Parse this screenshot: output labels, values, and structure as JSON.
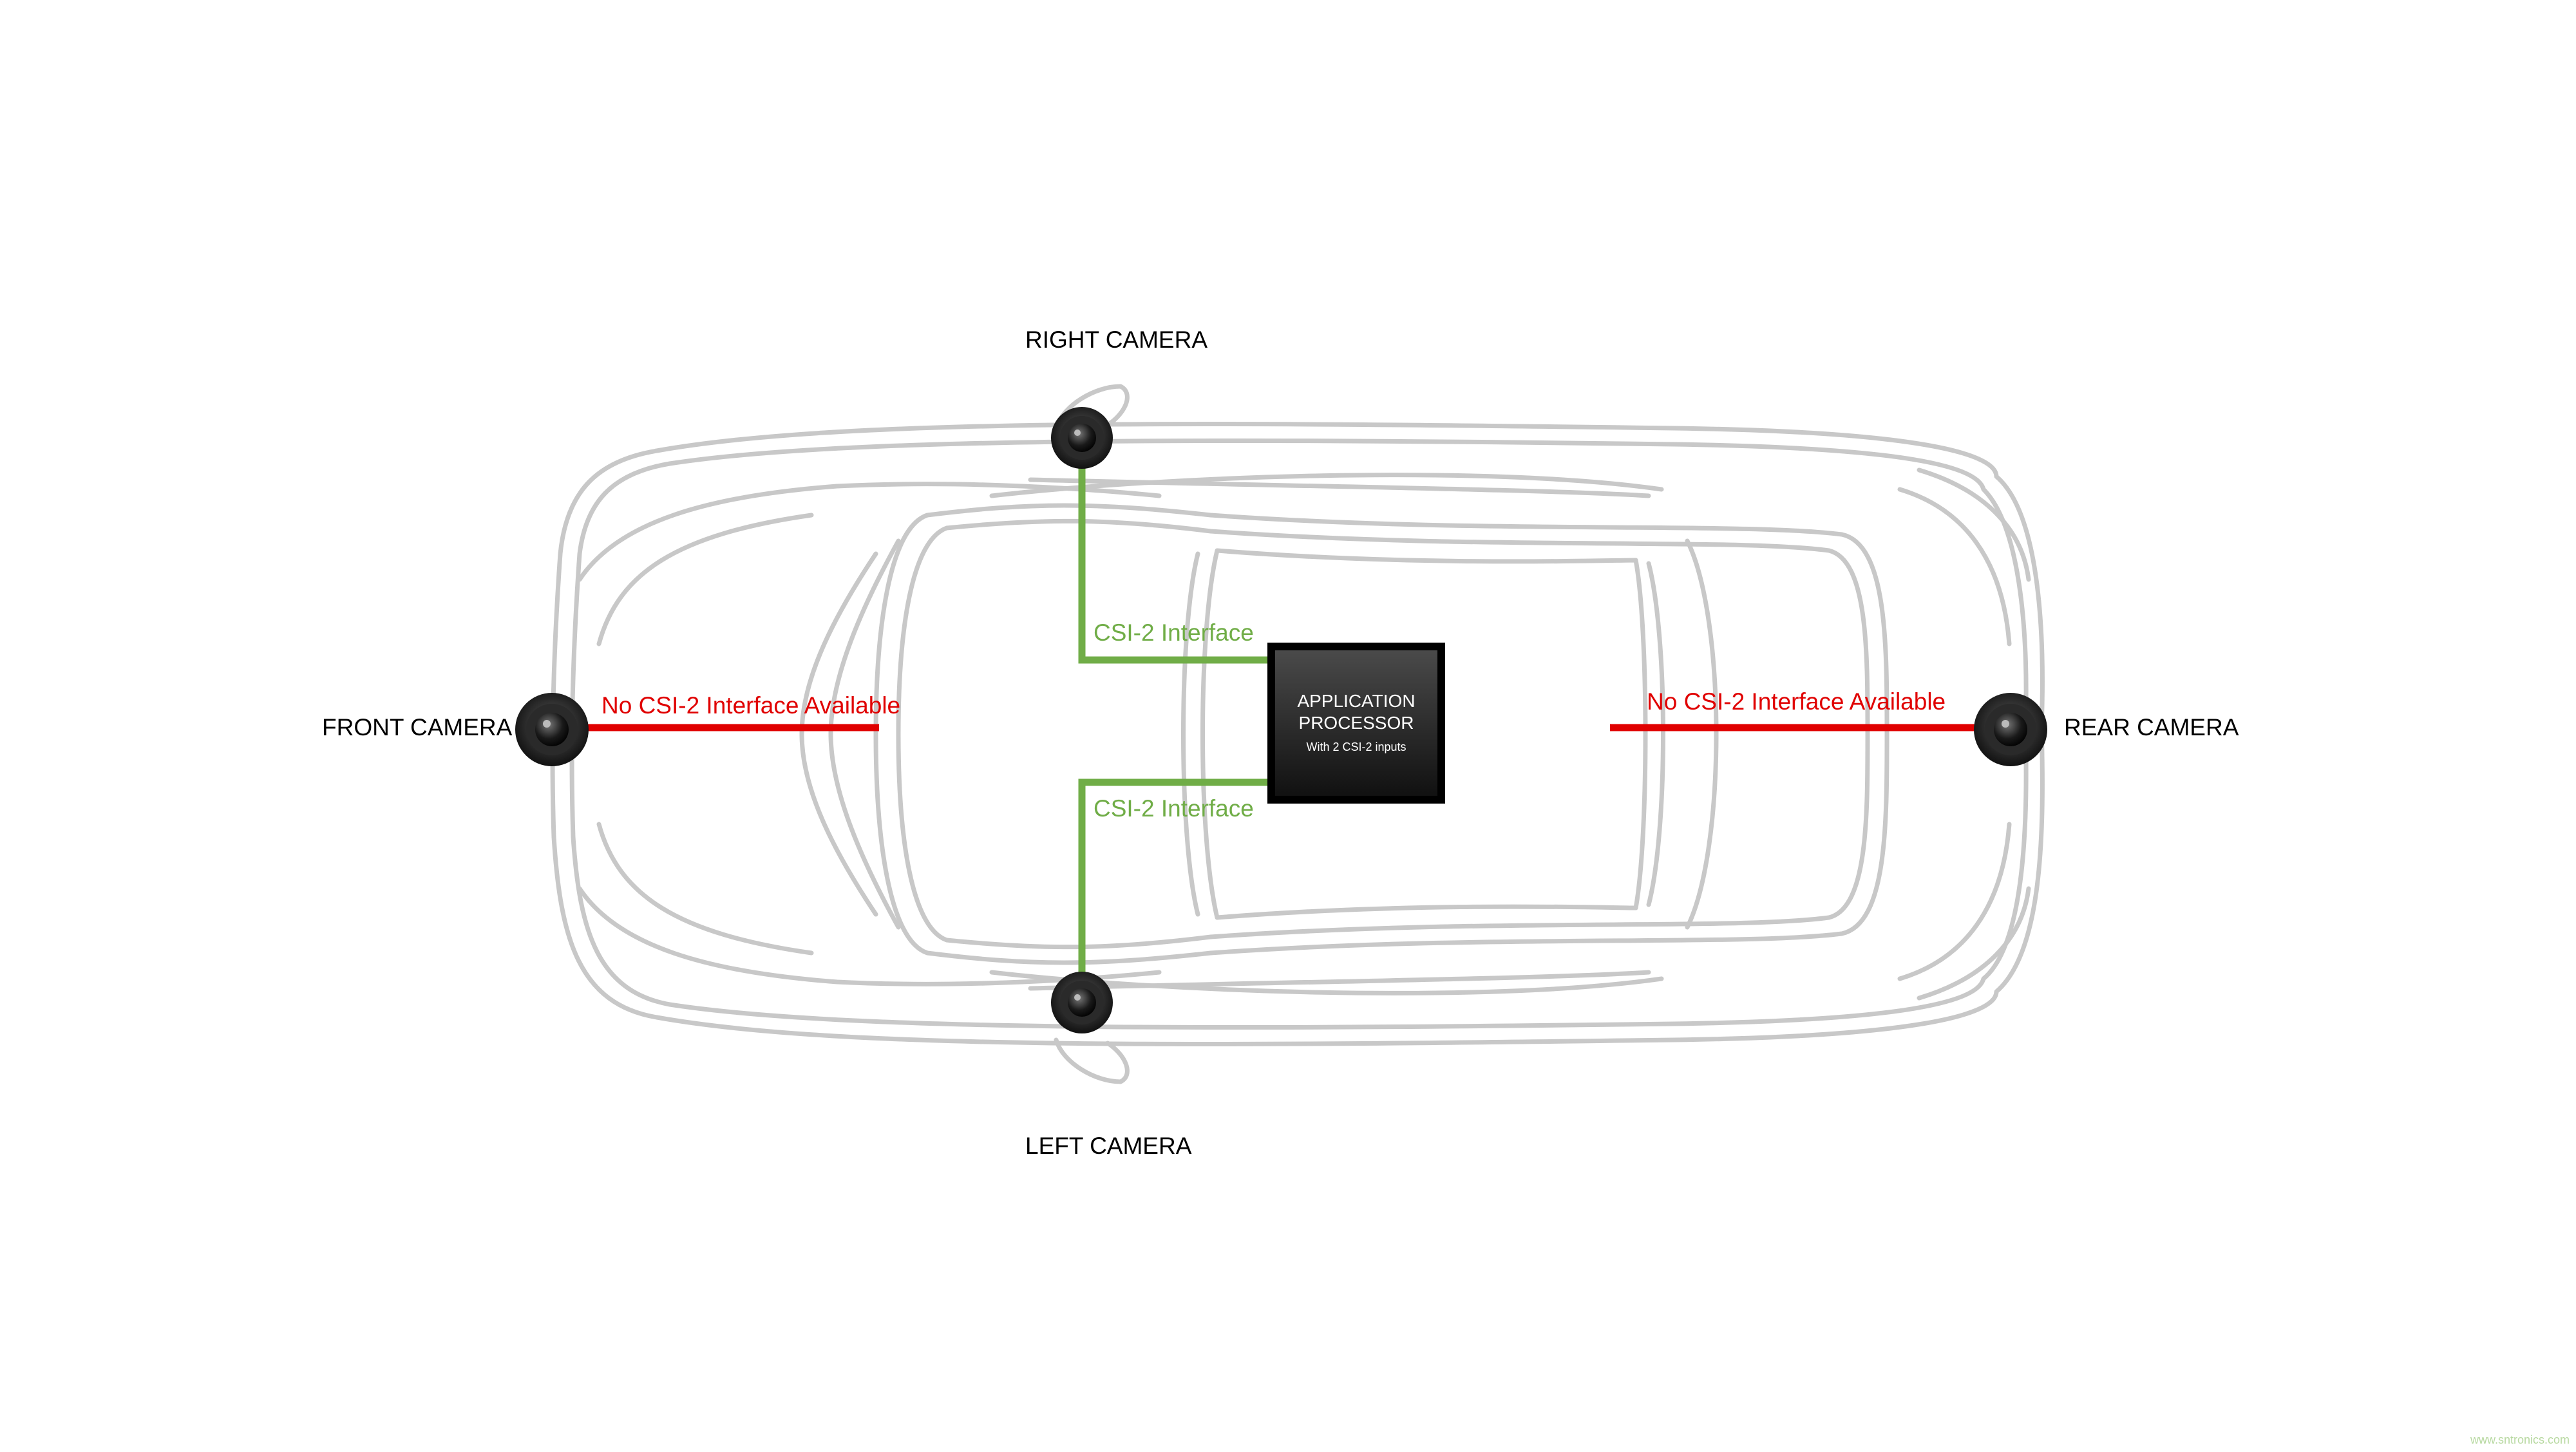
{
  "cameras": {
    "front": "FRONT CAMERA",
    "rear": "REAR CAMERA",
    "right": "RIGHT CAMERA",
    "left": "LEFT CAMERA"
  },
  "links": {
    "front": "No CSI-2 Interface Available",
    "rear": "No CSI-2 Interface Available",
    "right": "CSI-2 Interface",
    "left": "CSI-2 Interface"
  },
  "processor": {
    "line1": "APPLICATION",
    "line2": "PROCESSOR",
    "line3": "With 2 CSI-2 inputs"
  },
  "watermark": "www.sntronics.com",
  "colors": {
    "csi_link": "#70ad47",
    "no_csi_link": "#e00000",
    "car_outline": "#c8c8c8",
    "processor": "#222222"
  }
}
